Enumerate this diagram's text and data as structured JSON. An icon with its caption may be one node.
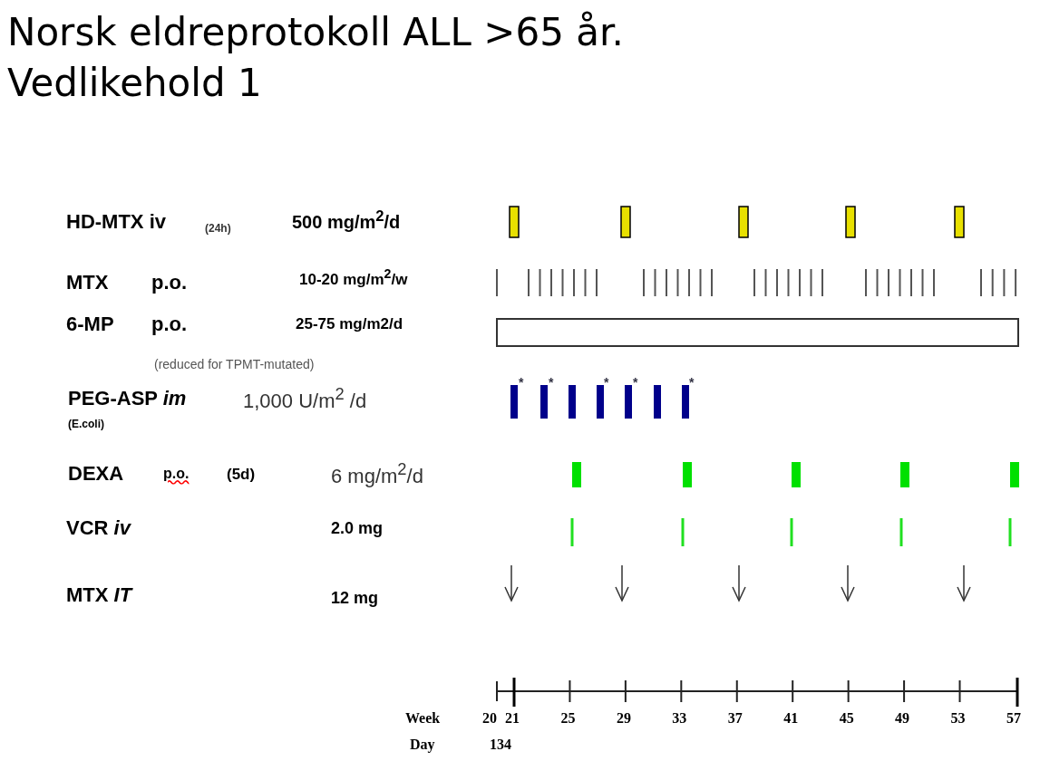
{
  "diagram": {
    "title": "Norsk eldreprotokoll ALL >65 år. Vedlikehold 1",
    "labels": [
      "HD-MTX iv",
      "(24h)",
      "500 mg/m$^{2}$/d",
      "MTX",
      "p.o.",
      "10-20 mg/m$^{2}$/w",
      "6-MP",
      "p.o.",
      "25-75 mg/m2/d",
      "(reduced for TPMT-mutated)",
      "PEG-ASP *im*",
      "1,000 U/m$^{2}$ /d",
      "(E.coli)",
      "DEXA",
      "p.o.",
      "(5d)",
      "6 mg/m$^{2}$/d",
      "VCR *iv*",
      "2.0 mg",
      "MTX *IT*",
      "12 mg",
      "Week",
      "20",
      "21",
      "25",
      "29",
      "33",
      "37",
      "41",
      "45",
      "49",
      "53",
      "57",
      "Day",
      "134",
      "*",
      "*",
      "*",
      "*",
      "*"
    ]
  }
}
